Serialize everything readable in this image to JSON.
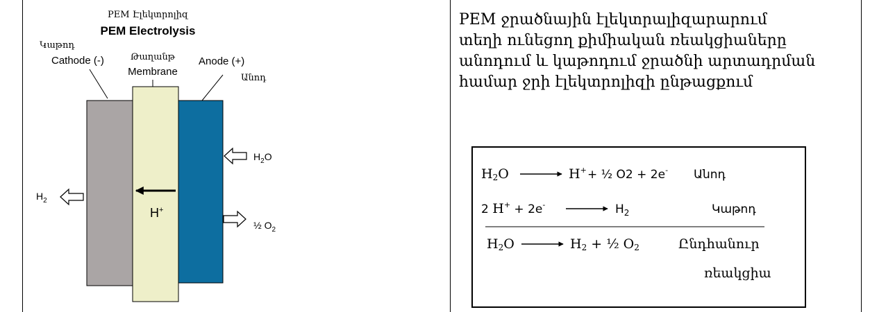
{
  "diagram": {
    "title_hy": "PEM Էլեկտրոլիզ",
    "title_en": "PEM Electrolysis",
    "cathode_hy": "Կաթոդ",
    "cathode_en": "Cathode (-)",
    "membrane_hy": "Թաղանթ",
    "membrane_en": "Membrane",
    "anode_en": "Anode (+)",
    "anode_hy": "Անոդ",
    "input_label": "H2O",
    "left_output": "H2",
    "right_output": "½ O2",
    "proton_label": "H+",
    "colors": {
      "cathode": "#aaa5a5",
      "membrane": "#eeefc9",
      "anode": "#0d6ea0"
    }
  },
  "description": "PEM ջրածնային էլեկտրալիզարարում\nտեղի ունեցող քիմիական ռեակցիաները\nանոդում և կաթոդում ջրածնի արտադրման\nհամար ջրի էլեկտրոլիզի ընթացքում",
  "equations": {
    "anode": {
      "reactant": "H2O",
      "product_proton": "H+",
      "product_rest": "+ ½ O2 + 2e-",
      "label": "Անոդ"
    },
    "cathode": {
      "reactant_proton": "2 H+",
      "reactant_rest": "+ 2e-",
      "product": "H2",
      "label": "Կաթոդ"
    },
    "overall": {
      "reactant": "H2O",
      "product": "H2 + ½ O2",
      "label_line1": "Ընդհանուր",
      "label_line2": "ռեակցիա"
    }
  }
}
